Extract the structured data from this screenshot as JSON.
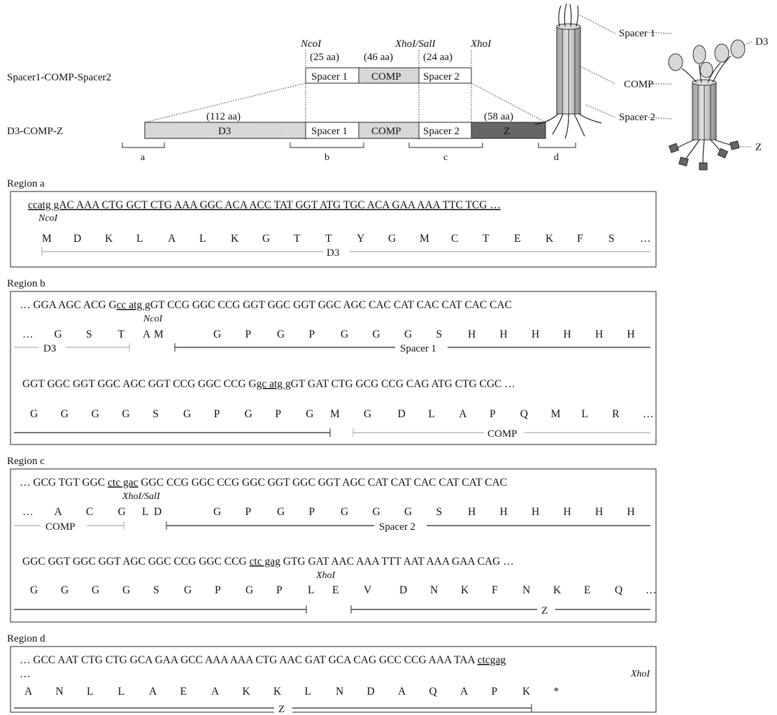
{
  "construct_top": {
    "label": "Spacer1-COMP-Spacer2",
    "sites": [
      "NcoI",
      "XhoI/SalI",
      "XhoI"
    ],
    "boxes": [
      {
        "size": "(25 aa)",
        "name": "Spacer 1"
      },
      {
        "size": "(46 aa)",
        "name": "COMP"
      },
      {
        "size": "(24 aa)",
        "name": "Spacer 2"
      }
    ]
  },
  "construct_bottom": {
    "label": "D3-COMP-Z",
    "boxes": [
      {
        "size": "(112 aa)",
        "name": "D3"
      },
      {
        "size": "",
        "name": "Spacer 1"
      },
      {
        "size": "",
        "name": "COMP"
      },
      {
        "size": "",
        "name": "Spacer 2"
      },
      {
        "size": "(58 aa)",
        "name": "Z"
      }
    ],
    "region_letters": [
      "a",
      "b",
      "c",
      "d"
    ]
  },
  "schematic": {
    "left_labels": [
      "Spacer 1",
      "COMP",
      "Spacer 2"
    ],
    "right_labels": [
      "D3",
      "Z"
    ]
  },
  "regions": [
    {
      "title": "Region a",
      "rows": [
        {
          "dna": [
            "ccatg gAC AAA CTG GCT CTG AAA GGC ACA ACC TAT GGT ATG TGC ACA GAA AAA TTC TCG …"
          ],
          "site": "NcoI",
          "aa": [
            "M",
            "D",
            "K",
            "L",
            "A",
            "L",
            "K",
            "G",
            "T",
            "T",
            "Y",
            "G",
            "M",
            "C",
            "T",
            "E",
            "K",
            "F",
            "S",
            "…"
          ],
          "domains": [
            "D3"
          ]
        }
      ]
    },
    {
      "title": "Region b",
      "rows": [
        {
          "dna": [
            "… GGA AGC ACG G",
            "cc atg g",
            "GT CCG GGC CCG GGT GGC GGT GGC AGC CAC CAT CAC CAT CAC CAC"
          ],
          "site": "NcoI",
          "aa": [
            "…",
            "G",
            "S",
            "T",
            "A",
            "M",
            "G",
            "P",
            "G",
            "P",
            "G",
            "G",
            "G",
            "S",
            "H",
            "H",
            "H",
            "H",
            "H",
            "H"
          ],
          "domains": [
            "D3",
            "Spacer 1"
          ]
        },
        {
          "dna": [
            "GGT GGC GGT GGC AGC GGT CCG GGC CCG G",
            "gc atg g",
            "GT GAT CTG GCG CCG CAG ATG CTG CGC …"
          ],
          "aa": [
            "G",
            "G",
            "G",
            "G",
            "S",
            "G",
            "P",
            "G",
            "P",
            "G",
            "M",
            "G",
            "D",
            "L",
            "A",
            "P",
            "Q",
            "M",
            "L",
            "R",
            "…"
          ],
          "domains": [
            "COMP"
          ]
        }
      ]
    },
    {
      "title": "Region c",
      "rows": [
        {
          "dna": [
            "… GCG TGT GGC ",
            "ctc gac",
            " GGC CCG GGC CCG GGC GGT GGC GGT AGC CAT CAT CAC CAT CAT CAC"
          ],
          "site": "XhoI/SalI",
          "aa": [
            "…",
            "A",
            "C",
            "G",
            "L",
            "D",
            "G",
            "P",
            "G",
            "P",
            "G",
            "G",
            "G",
            "S",
            "H",
            "H",
            "H",
            "H",
            "H",
            "H"
          ],
          "domains": [
            "COMP",
            "Spacer 2"
          ]
        },
        {
          "dna": [
            "GGC GGT GGC GGT AGC GGC CCG GGC CCG ",
            "ctc gag",
            " GTG GAT AAC AAA TTT AAT AAA GAA CAG …"
          ],
          "site": "XhoI",
          "aa": [
            "G",
            "G",
            "G",
            "G",
            "S",
            "G",
            "P",
            "G",
            "P",
            "L",
            "E",
            "V",
            "D",
            "N",
            "K",
            "F",
            "N",
            "K",
            "E",
            "Q",
            "…"
          ],
          "domains": [
            "Z"
          ]
        }
      ]
    },
    {
      "title": "Region d",
      "rows": [
        {
          "dna": [
            "… GCC AAT CTG CTG GCA GAA GCC AAA AAA CTG AAC GAT GCA CAG GCC CCG AAA TAA ",
            "ctcgag",
            "…"
          ],
          "site": "XhoI",
          "aa": [
            "A",
            "N",
            "L",
            "L",
            "A",
            "E",
            "A",
            "K",
            "K",
            "L",
            "N",
            "D",
            "A",
            "Q",
            "A",
            "P",
            "K",
            "*"
          ],
          "domains": [
            "Z"
          ]
        }
      ]
    }
  ]
}
